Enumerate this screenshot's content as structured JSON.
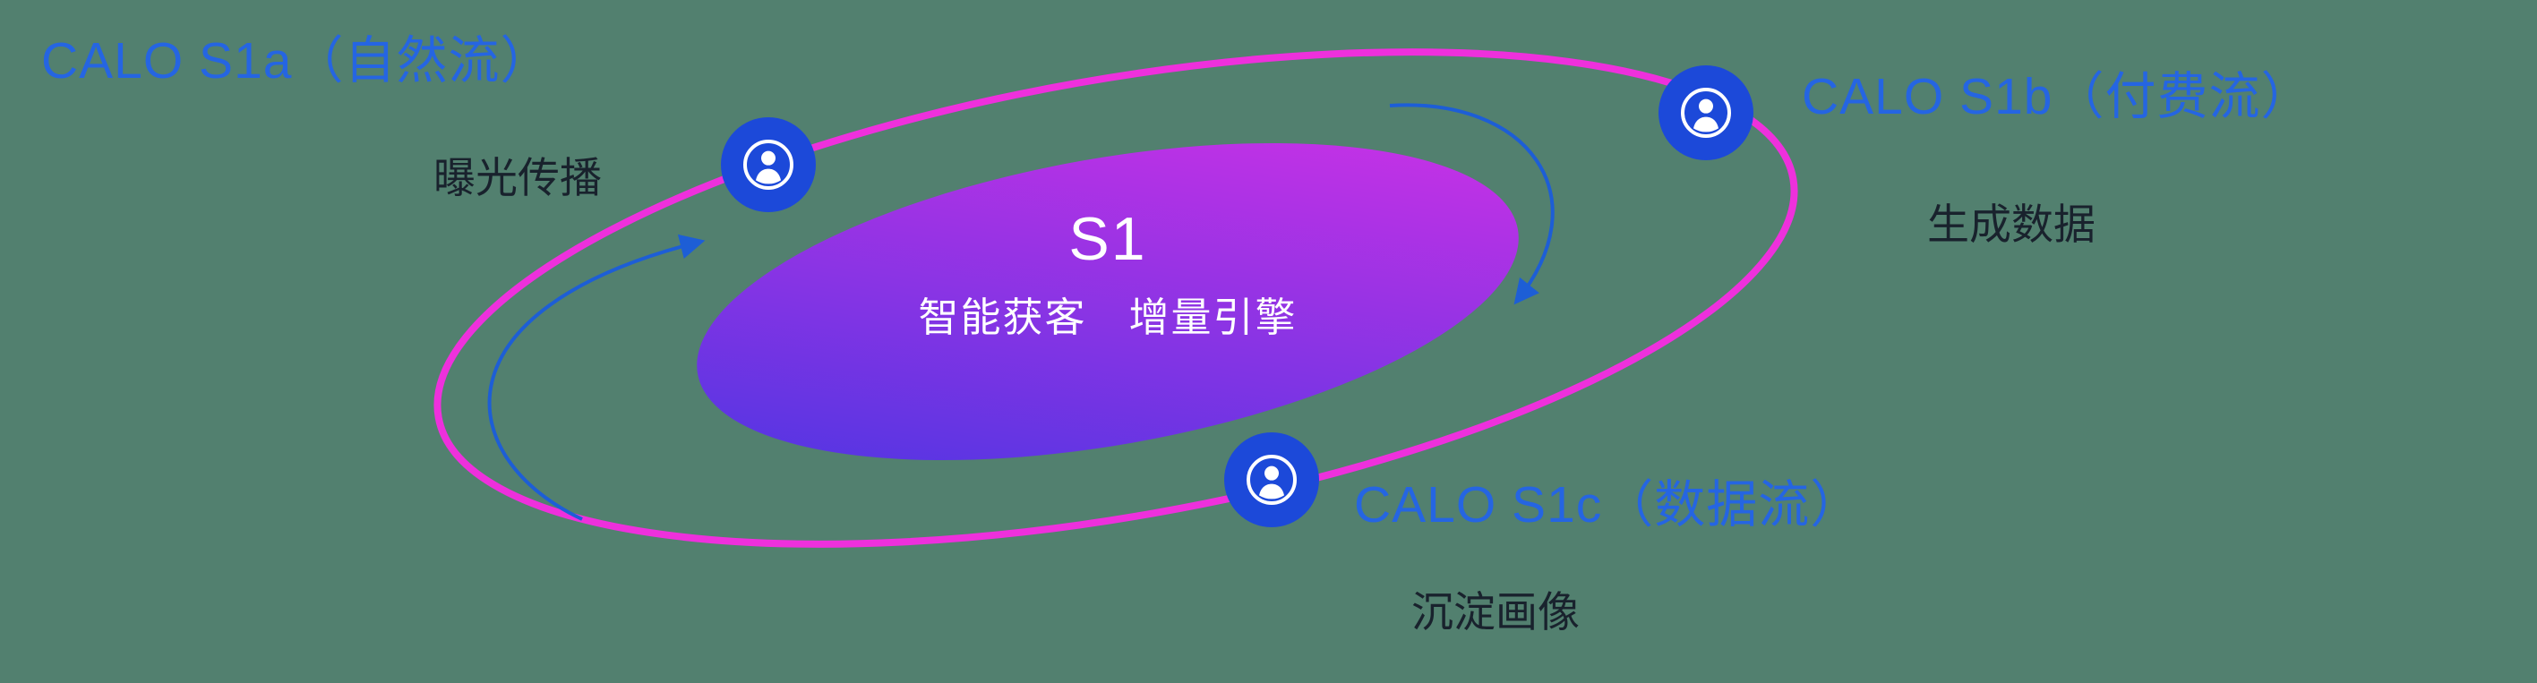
{
  "core": {
    "title": "S1",
    "subtitle": "智能获客　增量引擎"
  },
  "labels": {
    "s1a": {
      "title": "CALO S1a（自然流）",
      "subtitle": "曝光传播"
    },
    "s1b": {
      "title": "CALO S1b（付费流）",
      "subtitle": "生成数据"
    },
    "s1c": {
      "title": "CALO S1c（数据流）",
      "subtitle": "沉淀画像"
    }
  },
  "icons": {
    "node_icon": "user-in-circle"
  },
  "colors": {
    "background": "#52806f",
    "label_blue": "#2565e2",
    "dark_text": "#19222d",
    "orbit_pink": "#ee30dc",
    "node_blue": "#1c49d9",
    "core_gradient_start": "#4636e2",
    "core_gradient_end": "#d531e6",
    "arrow_blue": "#1d5ed6",
    "core_text": "#ffffff"
  }
}
